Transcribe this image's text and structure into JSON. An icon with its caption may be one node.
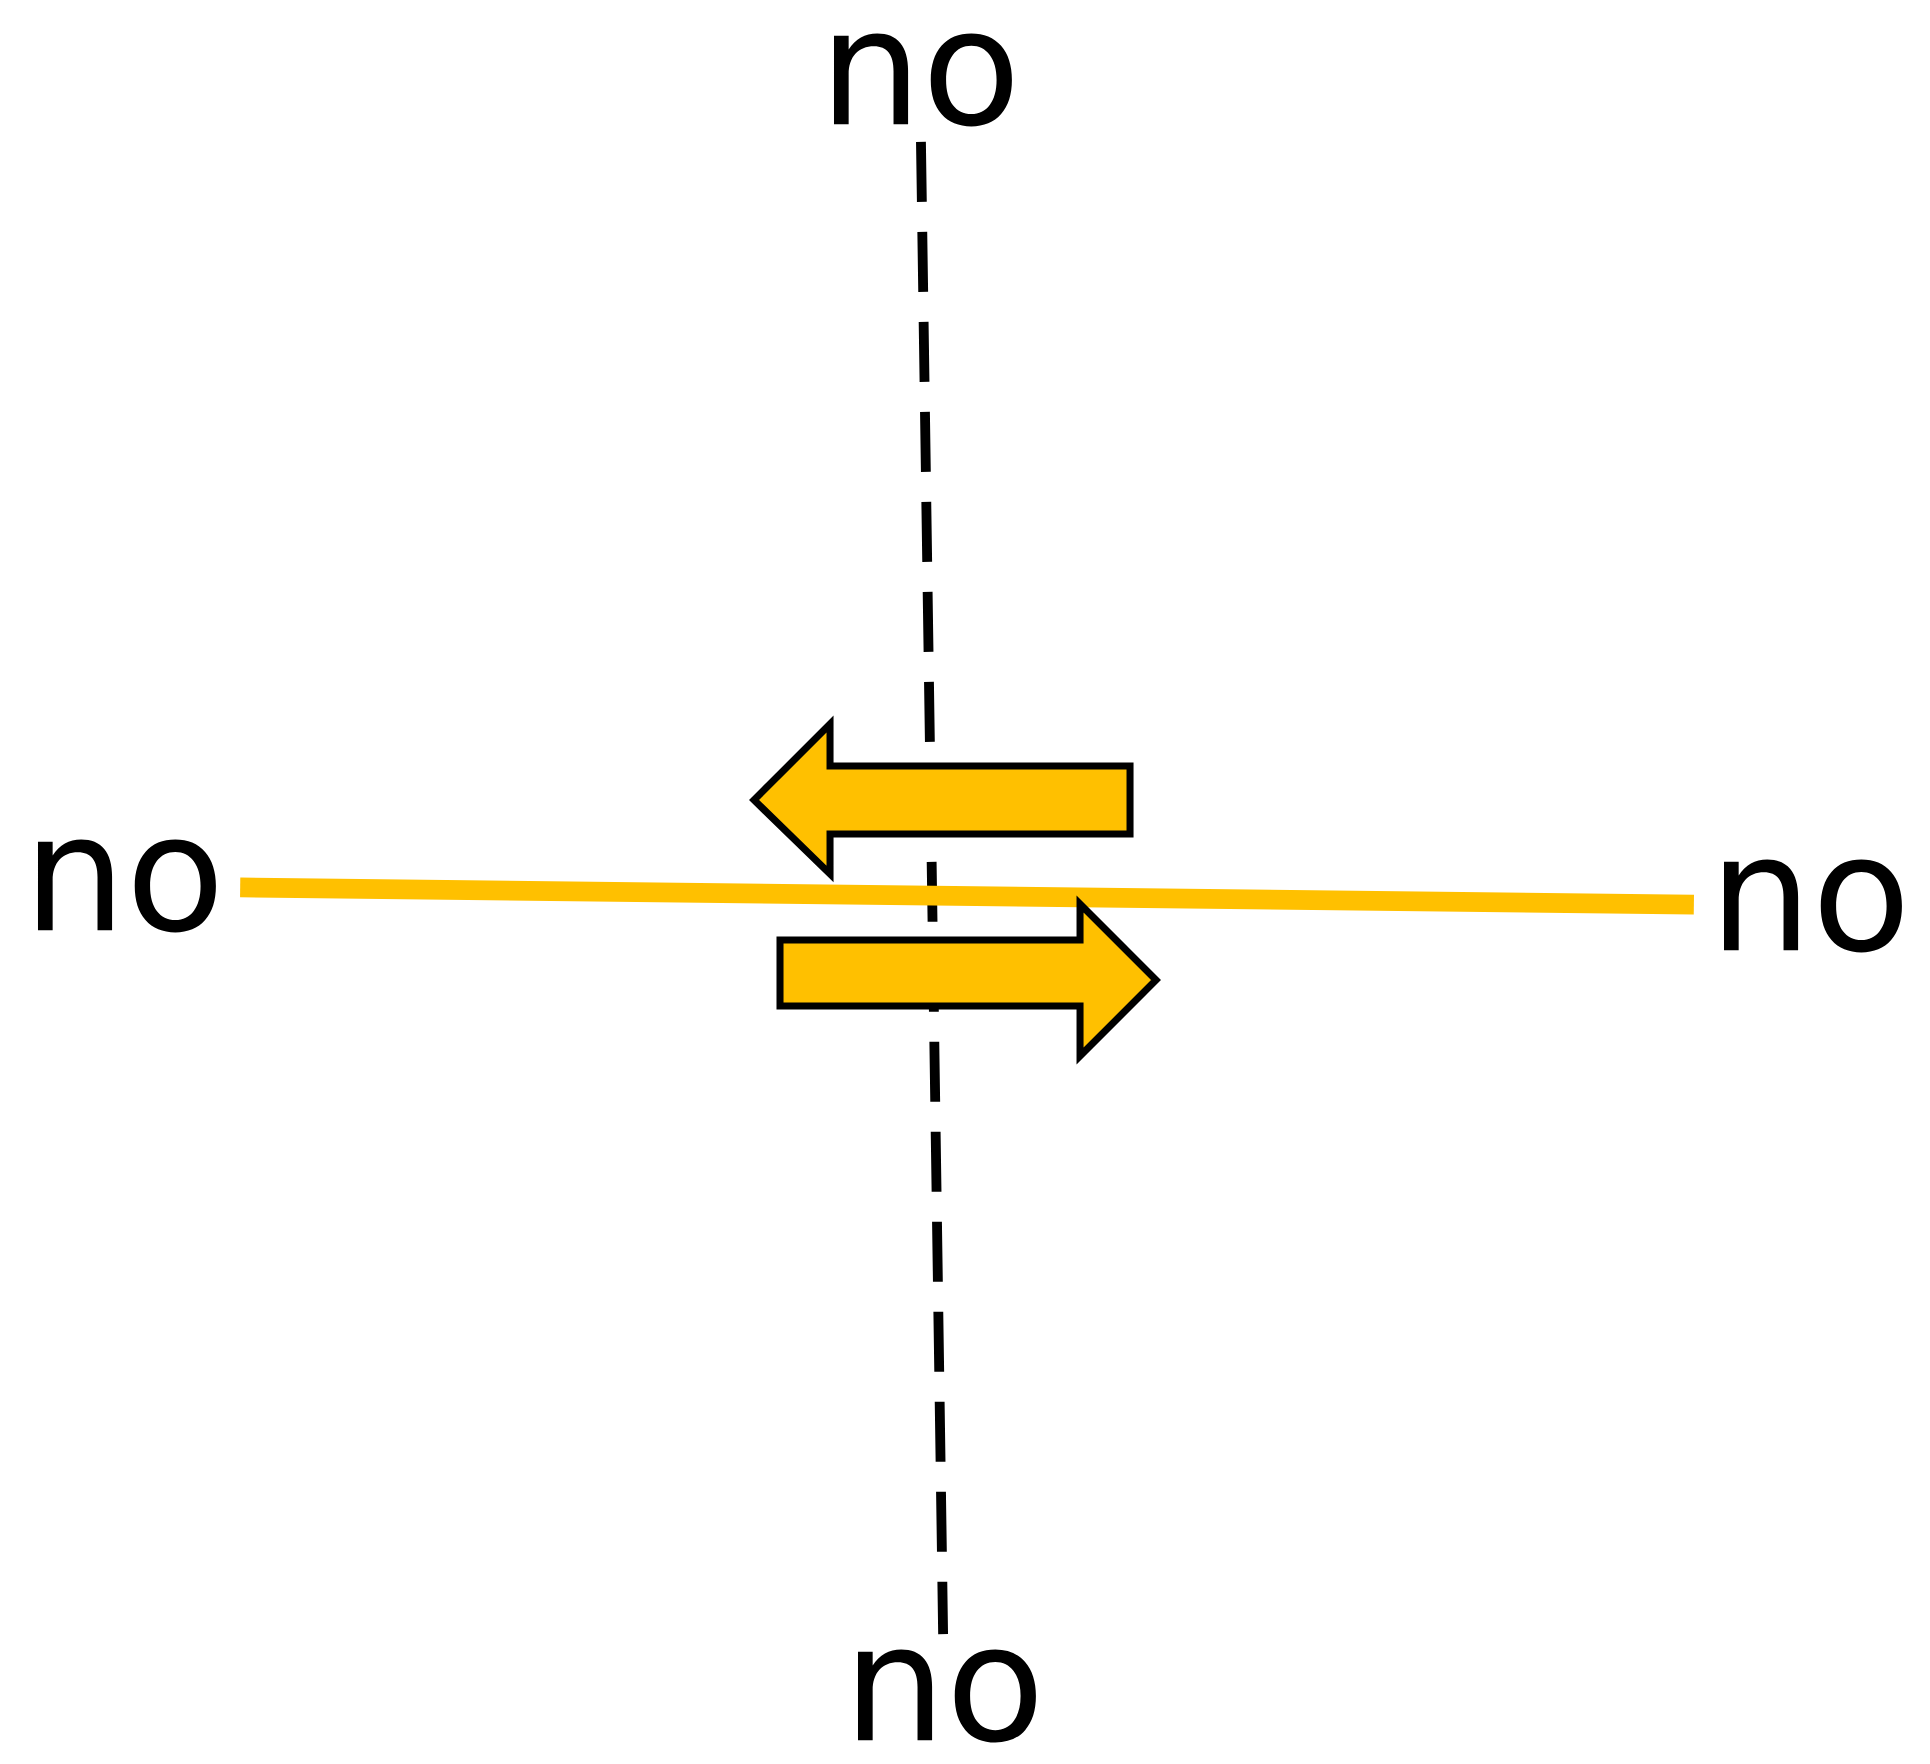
{
  "diagram": {
    "nodes": [
      {
        "text": [
          "no"
        ]
      },
      {
        "text": [
          "no"
        ]
      },
      {
        "text": [
          "no"
        ]
      },
      {
        "text": [
          "no"
        ]
      }
    ],
    "edges": [
      {
        "from": 0,
        "to": 3,
        "arrow": "none",
        "style": "dashed"
      },
      {
        "from": 1,
        "to": 2,
        "arrow": "none",
        "style": "thick",
        "color": "#ffc000"
      }
    ]
  }
}
